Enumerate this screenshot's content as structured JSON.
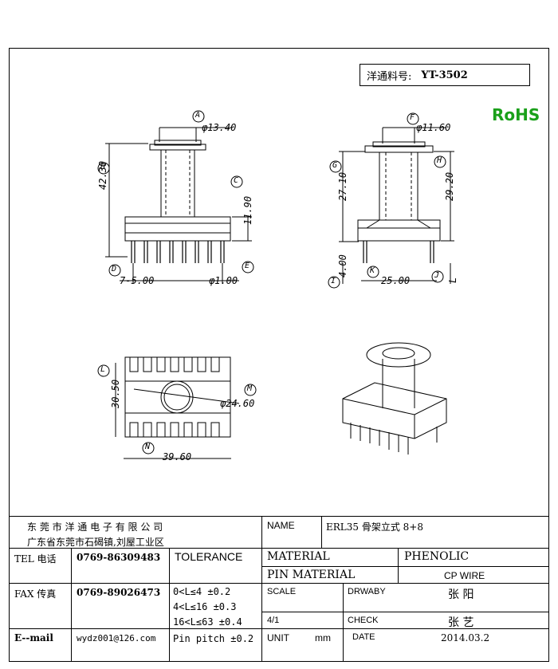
{
  "part_no": {
    "label": "洋通料号:",
    "value": "YT-3502"
  },
  "rohs": "RoHS",
  "dims": {
    "A": "A",
    "A_val": "φ13.40",
    "B": "B",
    "B_val": "42.30",
    "C": "C",
    "C_val": "11.90",
    "D": "D",
    "D_val": "7-5.00",
    "E": "E",
    "E_val": "φ1.00",
    "F": "F",
    "F_val": "φ11.60",
    "G": "G",
    "G_val": "27.10",
    "H": "H",
    "H_val": "29.20",
    "I": "I",
    "I_val": "4.00",
    "K": "K",
    "K_val": "25.00",
    "J": "J",
    "J_val": "L",
    "L": "L",
    "L_val": "30.50",
    "M": "M",
    "M_val": "φ24.60",
    "N": "N",
    "N_val": "39.60"
  },
  "title_block": {
    "company": "东 莞 市 洋 通 电 子 有 限 公 司",
    "address": "广东省东莞市石碣镇,刘屋工业区",
    "name_label": "NAME",
    "name_value": "ERL35 骨架立式 8+8",
    "tel_label": "TEL 电话",
    "tel_value": "0769-86309483",
    "tolerance_label": "TOLERANCE",
    "material_label": "MATERIAL",
    "material_value": "PHENOLIC",
    "pin_material_label": "PIN MATERIAL",
    "pin_material_value": "CP WIRE",
    "fax_label": "FAX 传真",
    "fax_value": "0769-89026473",
    "tol1": "0<L≤4   ±0.2",
    "tol2": "4<L≤16  ±0.3",
    "tol3": "16<L≤63 ±0.4",
    "tol4": "Pin pitch ±0.2",
    "scale_label": "SCALE",
    "scale_value": "4/1",
    "drawn_label": "DRWABY",
    "drawn_value": "张 阳",
    "check_label": "CHECK",
    "check_value": "张 艺",
    "email_label": "E--mail",
    "email_value": "wydz001@126.com",
    "unit_label": "UNIT",
    "unit_value": "mm",
    "date_label": "DATE",
    "date_value": "2014.03.2"
  }
}
